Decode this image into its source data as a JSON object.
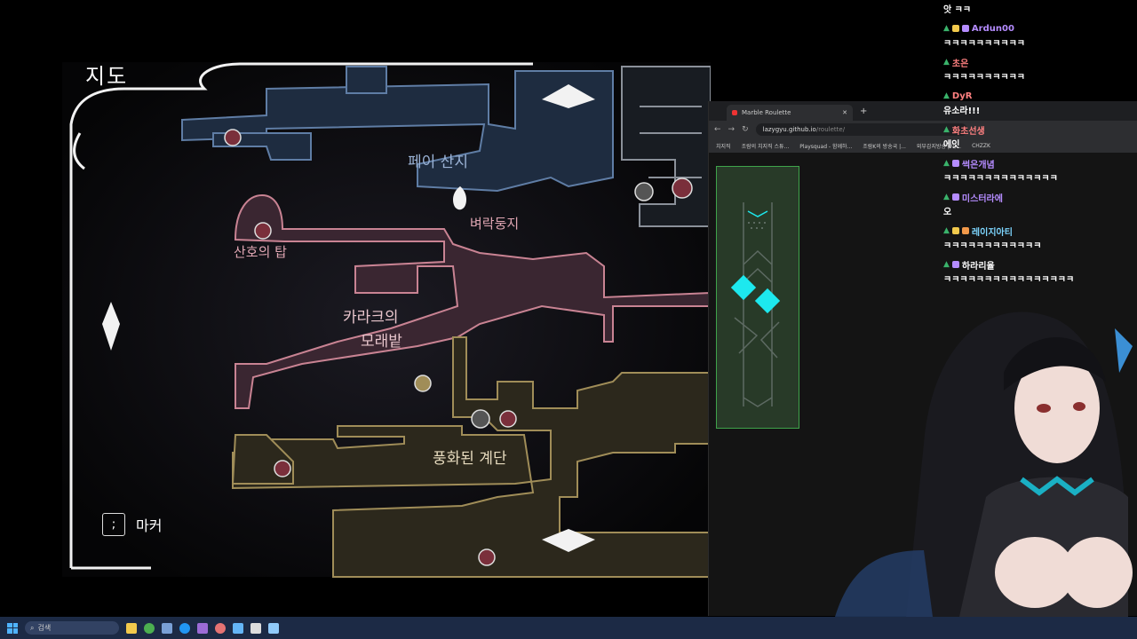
{
  "map": {
    "title": "지도",
    "regions": {
      "fae_hills": "페이 산지",
      "coral_tower": "산호의 탑",
      "sinner_nest": "벼락둥지",
      "karak_line1": "카라크의",
      "karak_line2": "모래밭",
      "weathered": "풍화된 계단"
    },
    "marker_key": ";",
    "marker_label": "마커"
  },
  "browser": {
    "tab_title": "Marble Roulette",
    "url_host": "lazygyu.github.io",
    "url_path": "/roulette/",
    "bookmarks": [
      "치지직",
      "조람의 치지직 스튜...",
      "Playsquad - 함께하...",
      "조람K의 방송국 |...",
      "외부감지방송 | 아...",
      "CHZZK"
    ]
  },
  "chat": [
    {
      "name": "",
      "text": "앗 ㅋㅋ",
      "color": "#ffffff"
    },
    {
      "name": "Ardun00",
      "text": "ㅋㅋㅋㅋㅋㅋㅋㅋㅋㅋ",
      "color": "#b58cff"
    },
    {
      "name": "초은",
      "text": "ㅋㅋㅋㅋㅋㅋㅋㅋㅋㅋ",
      "color": "#ff8080"
    },
    {
      "name": "DyR",
      "text": "유소라!!!",
      "color": "#ff8080"
    },
    {
      "name": "화초선생",
      "text": "에잇",
      "color": "#ff8080"
    },
    {
      "name": "썩은개념",
      "text": "ㅋㅋㅋㅋㅋㅋㅋㅋㅋㅋㅋㅋㅋㅋ",
      "color": "#b58cff"
    },
    {
      "name": "미스터라에",
      "text": "오",
      "color": "#b58cff"
    },
    {
      "name": "레이지아티",
      "text": "ㅋㅋㅋㅋㅋㅋㅋㅋㅋㅋㅋㅋ",
      "color": "#7dd6ff"
    },
    {
      "name": "하라리율",
      "text": "ㅋㅋㅋㅋㅋㅋㅋㅋㅋㅋㅋㅋㅋㅋㅋㅋ",
      "color": "#ffffff"
    }
  ],
  "taskbar": {
    "search_placeholder": "검색"
  },
  "colors": {
    "map_blue": "#4d6a8f",
    "map_pink": "#c98393",
    "map_gold": "#a08d58",
    "roulette_green": "#3fa34a",
    "roulette_cyan": "#1de8ee"
  }
}
